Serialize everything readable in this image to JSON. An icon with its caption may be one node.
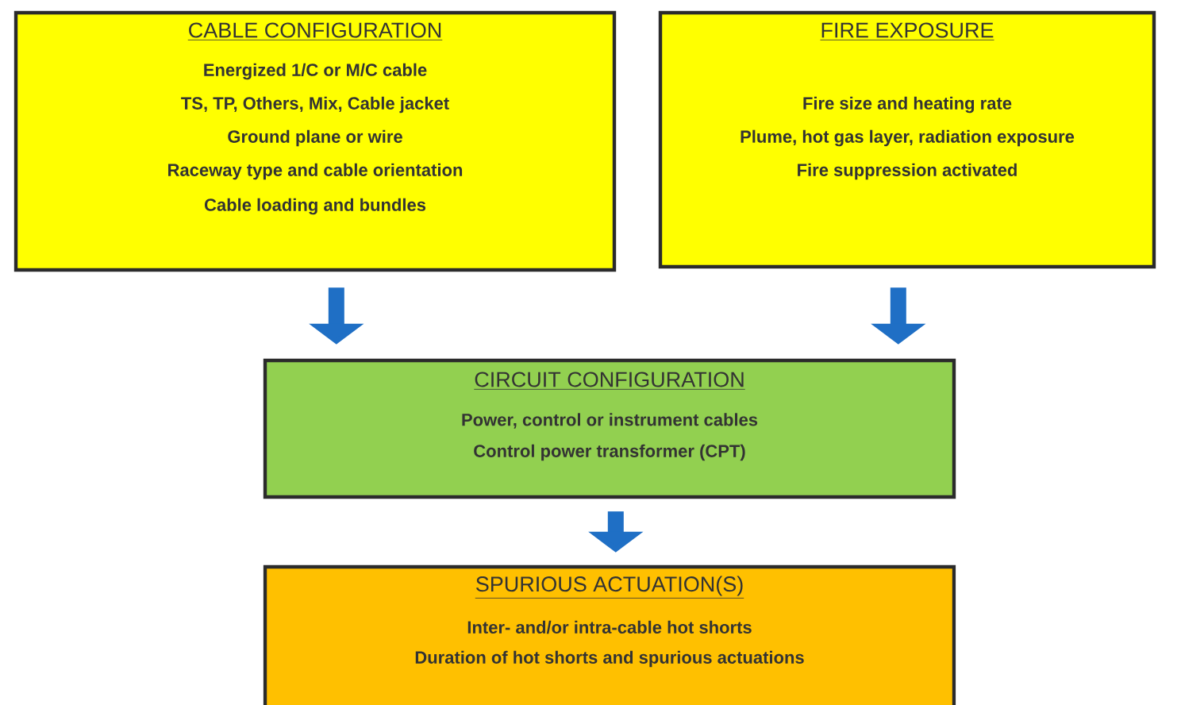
{
  "diagram": {
    "nodes": [
      {
        "text": [
          "CABLE CONFIGURATION",
          "Energized 1/C or M/C cable",
          "TS, TP, Others, Mix, Cable jacket",
          "Ground plane or wire",
          "Raceway type and cable orientation",
          "Cable loading and bundles"
        ]
      },
      {
        "text": [
          "FIRE EXPOSURE",
          "Fire size and heating rate",
          "Plume, hot gas layer, radiation exposure",
          "Fire suppression activated"
        ]
      },
      {
        "text": [
          "CIRCUIT CONFIGURATION",
          "Power, control or instrument cables",
          "Control power transformer (CPT)"
        ]
      },
      {
        "text": [
          "SPURIOUS ACTUATION(S)",
          "Inter- and/or intra-cable hot shorts",
          "Duration of hot shorts and spurious actuations"
        ]
      }
    ],
    "edges": [
      {
        "from": 0,
        "to": 2,
        "arrow": "to"
      },
      {
        "from": 1,
        "to": 2,
        "arrow": "to"
      },
      {
        "from": 2,
        "to": 3,
        "arrow": "to"
      }
    ]
  }
}
